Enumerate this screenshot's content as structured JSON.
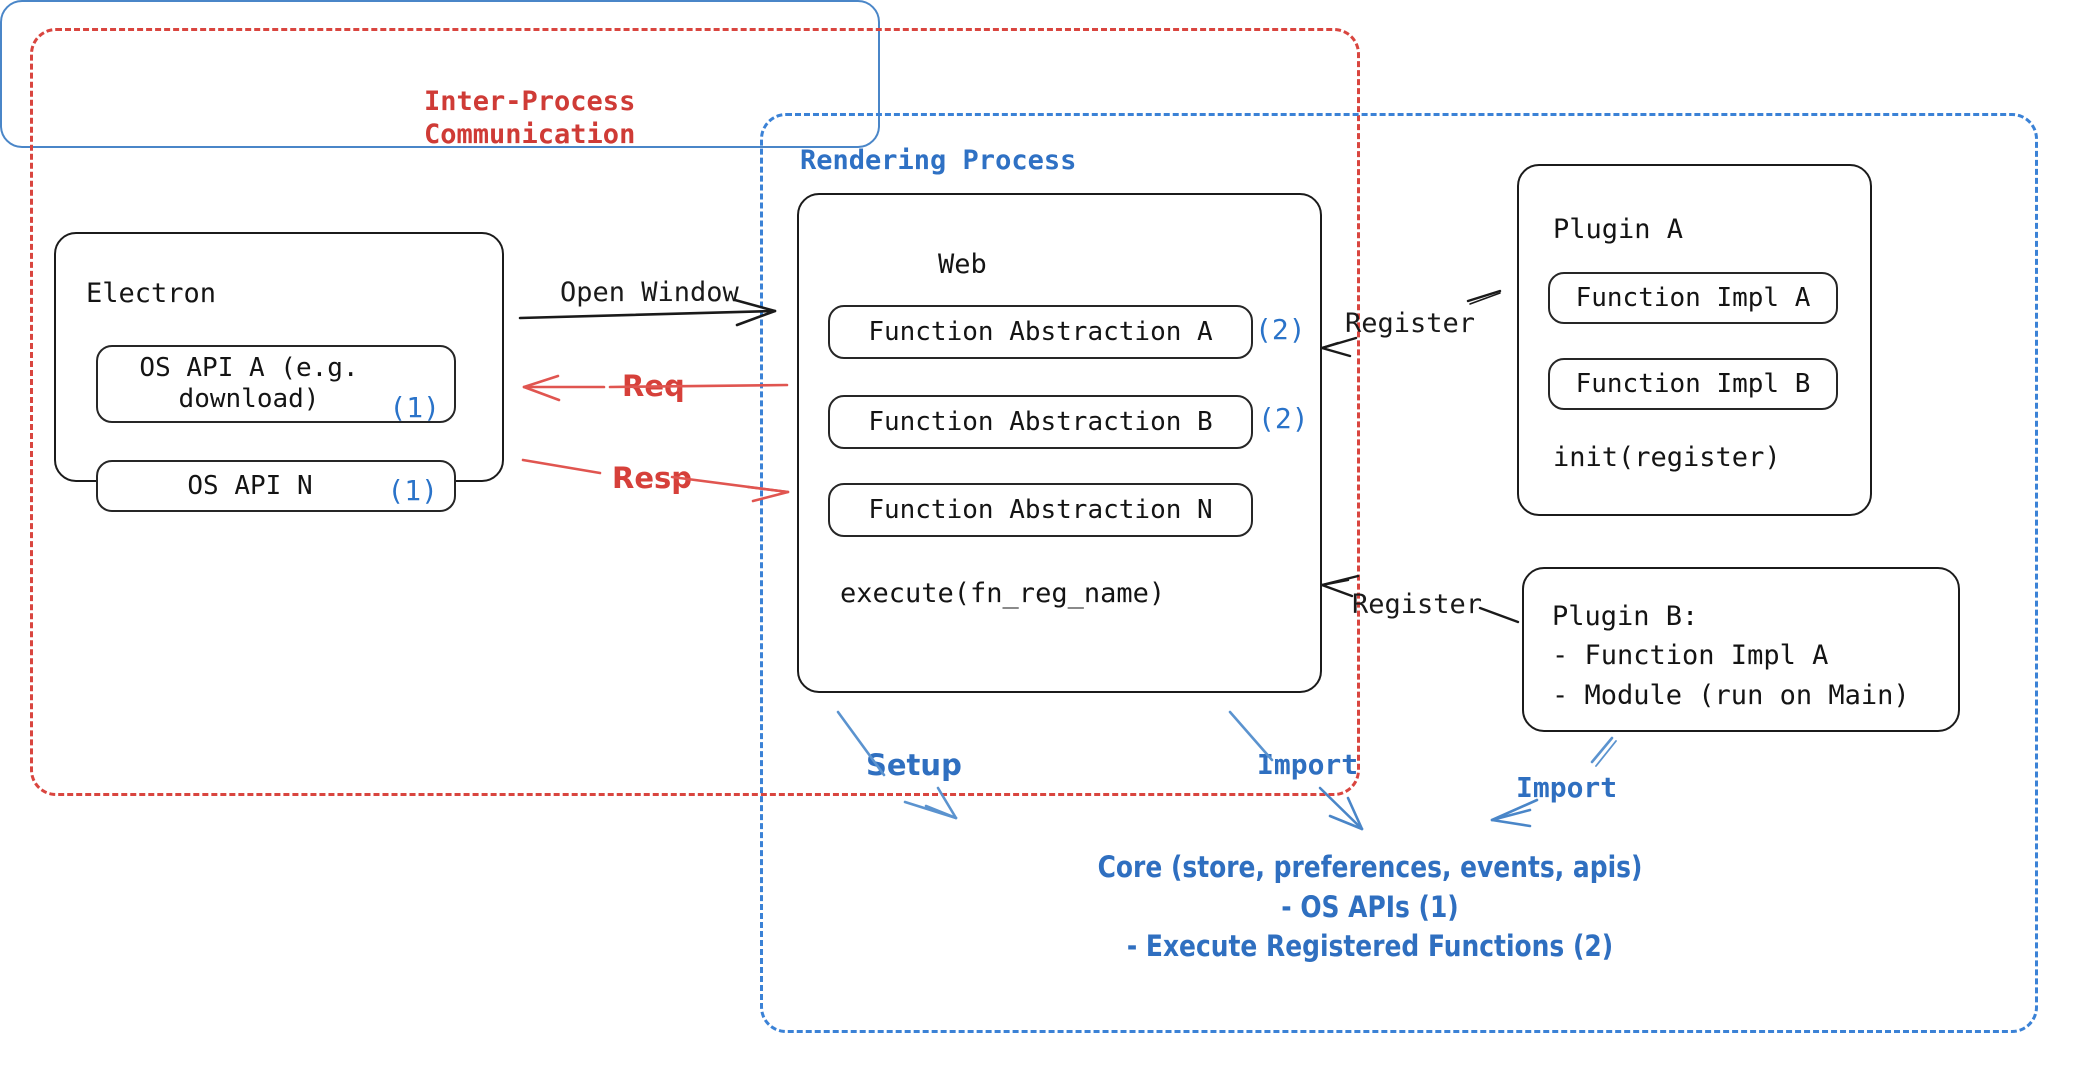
{
  "diagram": {
    "regions": [
      {
        "id": "ipc",
        "label": "Inter-Process\nCommunication",
        "color": "#cf3b36",
        "style": "dashed"
      },
      {
        "id": "rendering",
        "label": "Rendering Process",
        "color": "#2f71c4",
        "style": "dashed"
      }
    ],
    "electron": {
      "title": "Electron",
      "items": [
        {
          "label": "OS API A (e.g.\ndownload)",
          "ref": "(1)"
        },
        {
          "label": "OS API N",
          "ref": "(1)"
        }
      ]
    },
    "web": {
      "title": "Web",
      "abstractions": [
        {
          "label": "Function Abstraction A",
          "ref": "(2)"
        },
        {
          "label": "Function Abstraction B",
          "ref": "(2)"
        },
        {
          "label": "Function Abstraction N",
          "ref": ""
        }
      ],
      "note": "execute(fn_reg_name)"
    },
    "plugin_a": {
      "title": "Plugin A",
      "items": [
        {
          "label": "Function Impl A"
        },
        {
          "label": "Function Impl B"
        }
      ],
      "note": "init(register)"
    },
    "plugin_b": {
      "text": "Plugin B:\n- Function Impl A\n- Module (run on Main)"
    },
    "core": {
      "text": "Core (store, preferences, events, apis)\n- OS APIs (1)\n- Execute Registered Functions (2)",
      "color": "#2f6fc0"
    },
    "edges": [
      {
        "id": "open-window",
        "label": "Open Window",
        "color": "#1a1a1a"
      },
      {
        "id": "req",
        "label": "Req",
        "color": "#d6403a"
      },
      {
        "id": "resp",
        "label": "Resp",
        "color": "#d6403a"
      },
      {
        "id": "register-plugin-a",
        "label": "Register",
        "color": "#1a1a1a"
      },
      {
        "id": "register-plugin-b",
        "label": "Register",
        "color": "#1a1a1a"
      },
      {
        "id": "setup",
        "label": "Setup",
        "color": "#2f6fc0"
      },
      {
        "id": "import-web",
        "label": "Import",
        "color": "#2f6fc0"
      },
      {
        "id": "import-plugin-b",
        "label": "Import",
        "color": "#2f6fc0"
      }
    ],
    "colors": {
      "ipc_red": "#d9453f",
      "render_blue": "#3b82d6",
      "ref_blue": "#2a73c9",
      "node_black": "#1b1b1b"
    }
  }
}
